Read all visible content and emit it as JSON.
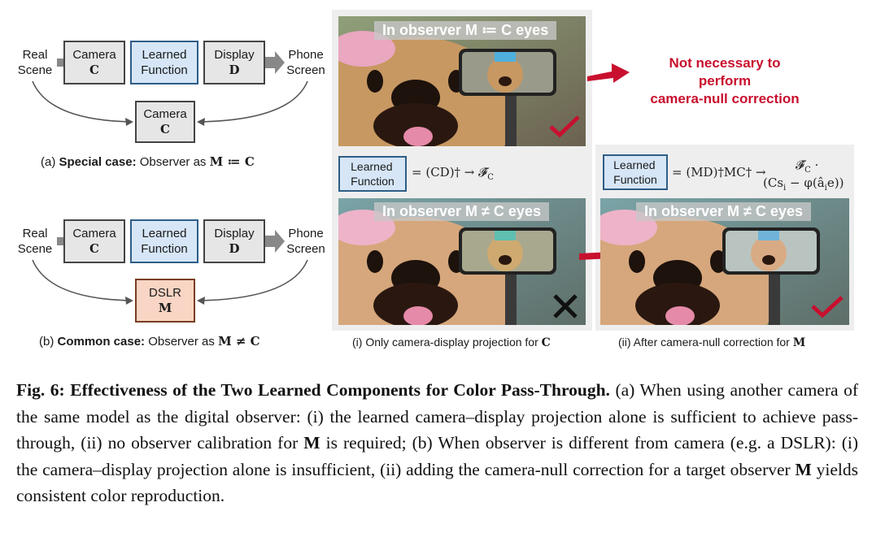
{
  "panel_a": {
    "real_scene": "Real\nScene",
    "camera_label": "Camera",
    "camera_sym": "C",
    "learned_label": "Learned\nFunction",
    "display_label": "Display",
    "display_sym": "D",
    "phone_screen": "Phone\nScreen",
    "observer_label": "Camera",
    "observer_sym": "C",
    "caption_prefix": "(a) ",
    "caption_bold": "Special case:",
    "caption_rest": " Observer as ",
    "caption_math": "M ≔ C"
  },
  "panel_b": {
    "real_scene": "Real\nScene",
    "camera_label": "Camera",
    "camera_sym": "C",
    "learned_label": "Learned\nFunction",
    "display_label": "Display",
    "display_sym": "D",
    "phone_screen": "Phone\nScreen",
    "observer_label": "DSLR",
    "observer_sym": "M",
    "caption_prefix": "(b) ",
    "caption_bold": "Common case:",
    "caption_rest": " Observer as ",
    "caption_math": "M ≠ C"
  },
  "photos": {
    "top_banner": "In observer M ≔ C eyes",
    "bottom_left_banner": "In observer M ≠ C eyes",
    "bottom_right_banner": "In observer M ≠ C eyes",
    "red_note": "Not necessary to\nperform\ncamera-null correction",
    "eq_left_box": "Learned\nFunction",
    "eq_left": "= (CD)† → 𝓕̂",
    "eq_left_sub": "C",
    "eq_right_box": "Learned\nFunction",
    "eq_right_line1": "= (MD)†MC† →",
    "eq_right_f": "𝓕̂",
    "eq_right_f_sub": "C",
    "eq_right_dot": " ·",
    "eq_right_line2": "(Cs",
    "eq_right_line2_i": "i",
    "eq_right_line2_rest": " − φ(â",
    "eq_right_line2_i2": "i",
    "eq_right_line2_end": "e))",
    "caption_i": "(i) Only camera-display projection for ",
    "caption_i_sym": "C",
    "caption_ii": "(ii) After camera-null correction for ",
    "caption_ii_sym": "M"
  },
  "figure_caption": {
    "label": "Fig. 6: Effectiveness of the Two Learned Components for Color Pass-Through.",
    "text": " (a) When using another camera of the same model as the digital observer: (i) the learned camera–display projection alone is sufficient to achieve pass-through, (ii) no observer calibration for ",
    "sym1": "M",
    "text2": " is required; (b) When observer is different from camera (e.g. a DSLR): (i) the camera–display projection alone is insufficient, (ii) adding the camera-null correction for a target observer ",
    "sym2": "M",
    "text3": " yields consistent color reproduction."
  },
  "colors": {
    "learned_fill": "#d6e6f7",
    "dslr_fill": "#f8d5c4",
    "accent_red": "#c8102e"
  }
}
